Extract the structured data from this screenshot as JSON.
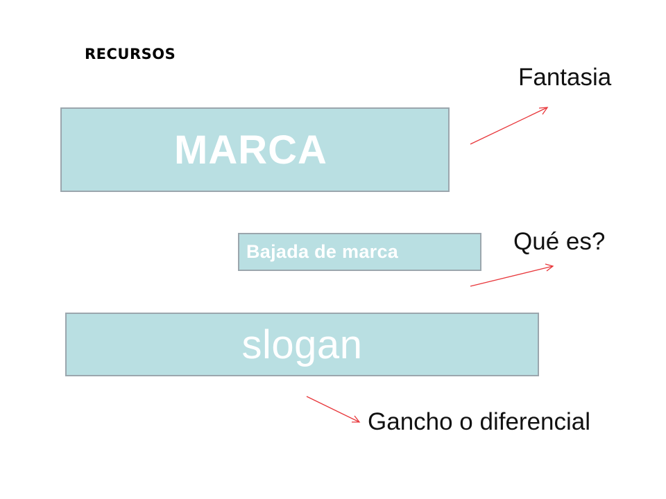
{
  "heading": "RECURSOS",
  "boxes": {
    "marca": "MARCA",
    "bajada": "Bajada de marca",
    "slogan": "slogan"
  },
  "labels": {
    "fantasia": "Fantasia",
    "que_es": "Qué es?",
    "gancho": "Gancho o diferencial"
  },
  "colors": {
    "box_fill": "#b9dfe2",
    "box_border": "#9ba6ad",
    "box_text": "#ffffff",
    "arrow": "#e8363a"
  }
}
